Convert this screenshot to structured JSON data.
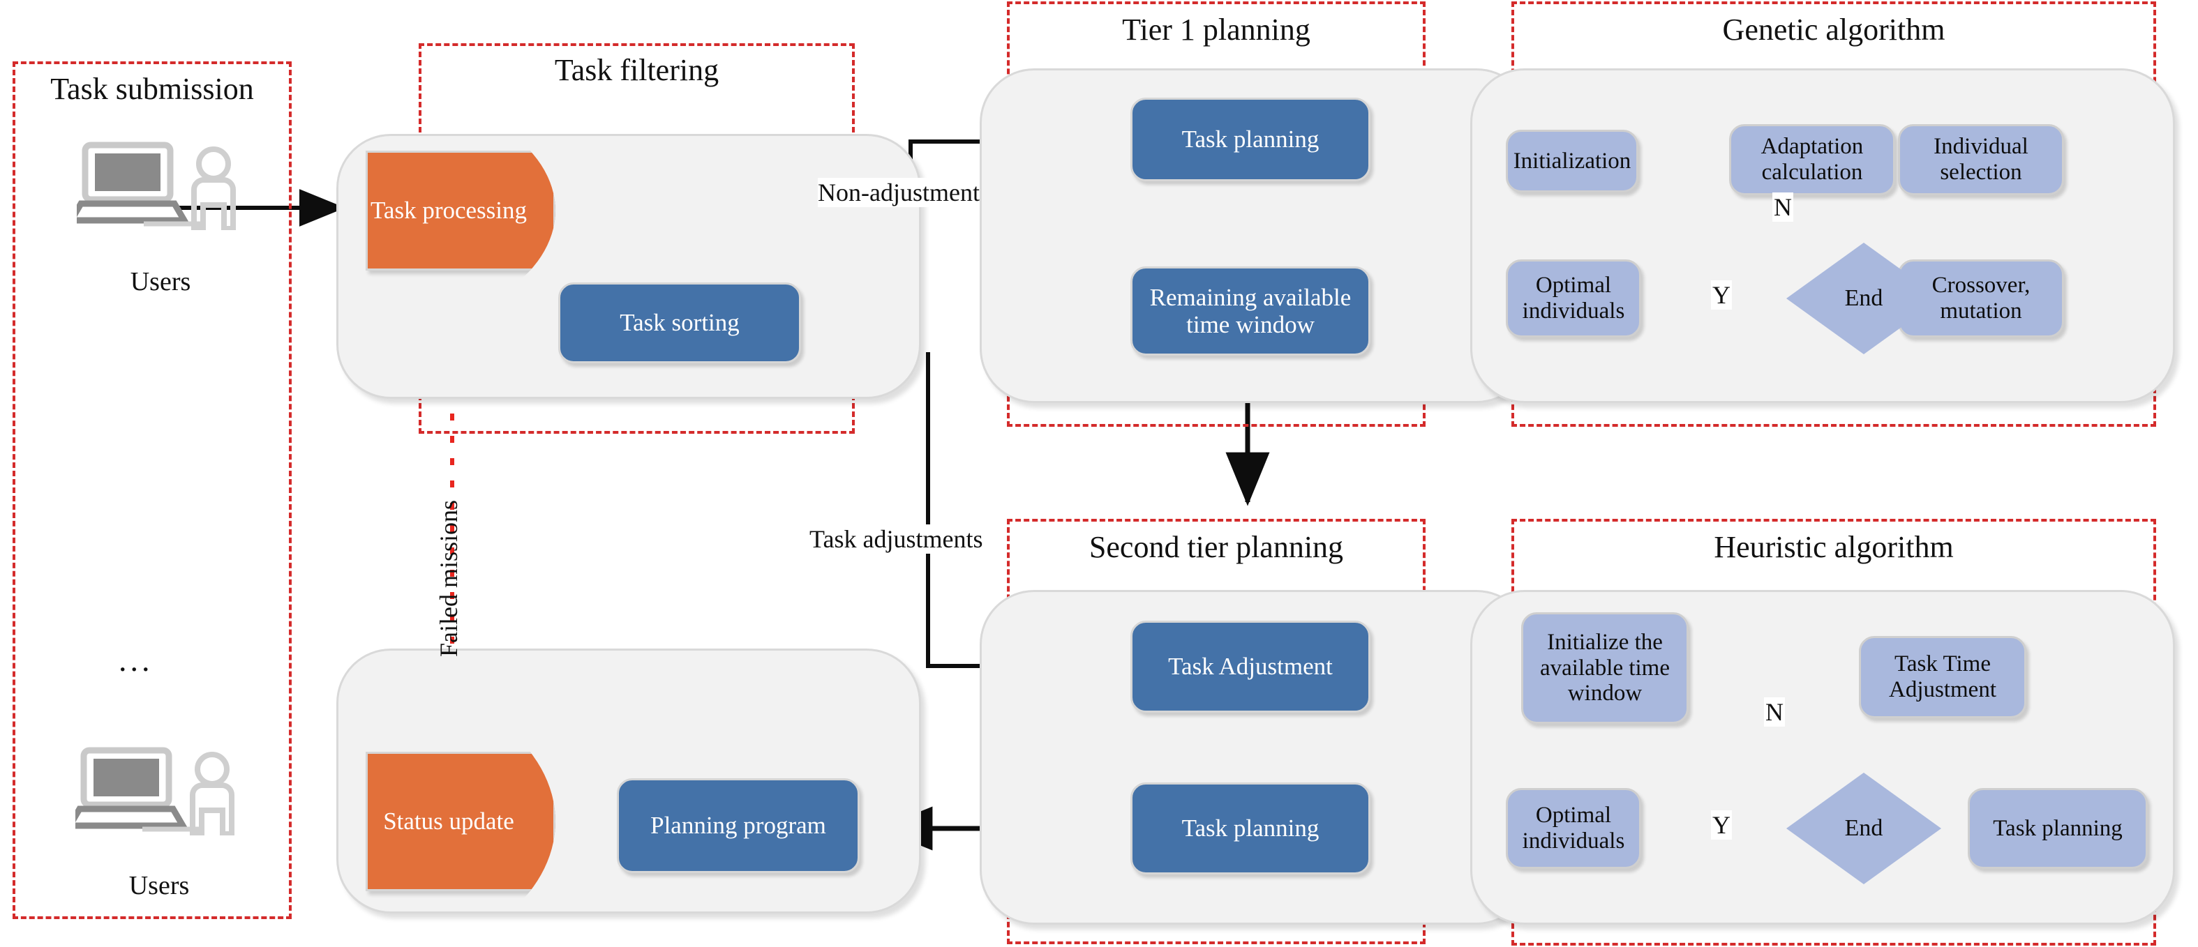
{
  "colors": {
    "frame_red": "#d42b2b",
    "panel_bg": "#f2f2f2",
    "panel_border": "#d9d9d9",
    "node_blue": "#4472a8",
    "node_light_blue": "#a9b8dd",
    "cylinder_orange": "#e2703a",
    "arrow_black": "#0d0d0d",
    "failed_arrow_red": "#e8261f",
    "icon_grey": "#8a8a8a",
    "icon_light_grey": "#cfcfcf",
    "text_dark": "#111111",
    "text_white": "#ffffff"
  },
  "groups": {
    "task_submission": {
      "title": "Task submission"
    },
    "task_filtering": {
      "title": "Task filtering"
    },
    "tier1_planning": {
      "title": "Tier 1 planning"
    },
    "genetic_algorithm": {
      "title": "Genetic algorithm"
    },
    "second_tier_planning": {
      "title": "Second tier planning"
    },
    "heuristic_algorithm": {
      "title": "Heuristic algorithm"
    }
  },
  "task_submission": {
    "users": [
      {
        "label": "Users"
      },
      {
        "label": "Users"
      }
    ],
    "ellipsis": "...",
    "icon_names": [
      "laptop-user-icon",
      "laptop-user-icon"
    ]
  },
  "task_filtering": {
    "nodes": [
      {
        "id": "task-processing",
        "label": "Task processing",
        "shape": "cylinder",
        "color": "orange"
      },
      {
        "id": "task-sorting",
        "label": "Task sorting",
        "shape": "rounded-rect",
        "color": "blue"
      }
    ]
  },
  "tier1_planning": {
    "nodes": [
      {
        "id": "task-planning",
        "label": "Task planning",
        "shape": "rounded-rect",
        "color": "blue"
      },
      {
        "id": "remaining-available-time-window",
        "label": "Remaining available time window",
        "shape": "rounded-rect",
        "color": "blue"
      }
    ]
  },
  "genetic_algorithm": {
    "nodes": [
      {
        "id": "initialization",
        "label": "Initialization",
        "shape": "rounded-rect",
        "color": "light-blue"
      },
      {
        "id": "adaptation-calculation",
        "label": "Adaptation calculation",
        "shape": "rounded-rect",
        "color": "light-blue"
      },
      {
        "id": "individual-selection",
        "label": "Individual selection",
        "shape": "rounded-rect",
        "color": "light-blue"
      },
      {
        "id": "crossover-mutation",
        "label": "Crossover, mutation",
        "shape": "rounded-rect",
        "color": "light-blue"
      },
      {
        "id": "end",
        "label": "End",
        "shape": "diamond",
        "color": "light-blue"
      },
      {
        "id": "optimal-individuals",
        "label": "Optimal individuals",
        "shape": "rounded-rect",
        "color": "light-blue"
      }
    ],
    "edge_labels": {
      "no": "N",
      "yes": "Y"
    }
  },
  "second_tier_planning": {
    "nodes": [
      {
        "id": "task-adjustment",
        "label": "Task Adjustment",
        "shape": "rounded-rect",
        "color": "blue"
      },
      {
        "id": "task-planning-2",
        "label": "Task planning",
        "shape": "rounded-rect",
        "color": "blue"
      }
    ]
  },
  "heuristic_algorithm": {
    "nodes": [
      {
        "id": "initialize-available-time-window",
        "label": "Initialize the available time window",
        "shape": "rounded-rect",
        "color": "light-blue"
      },
      {
        "id": "task-time-adjustment",
        "label": "Task Time Adjustment",
        "shape": "rounded-rect",
        "color": "light-blue"
      },
      {
        "id": "task-planning-3",
        "label": "Task planning",
        "shape": "rounded-rect",
        "color": "light-blue"
      },
      {
        "id": "end-2",
        "label": "End",
        "shape": "diamond",
        "color": "light-blue"
      },
      {
        "id": "optimal-individuals-2",
        "label": "Optimal individuals",
        "shape": "rounded-rect",
        "color": "light-blue"
      }
    ],
    "edge_labels": {
      "no": "N",
      "yes": "Y"
    }
  },
  "output_stage": {
    "nodes": [
      {
        "id": "planning-program",
        "label": "Planning program",
        "shape": "rounded-rect",
        "color": "blue"
      },
      {
        "id": "status-update",
        "label": "Status update",
        "shape": "cylinder",
        "color": "orange"
      }
    ]
  },
  "edge_labels": {
    "non_adjustment": "Non-adjustment",
    "task_adjustments": "Task adjustments",
    "failed_missions": "Failed missions"
  }
}
